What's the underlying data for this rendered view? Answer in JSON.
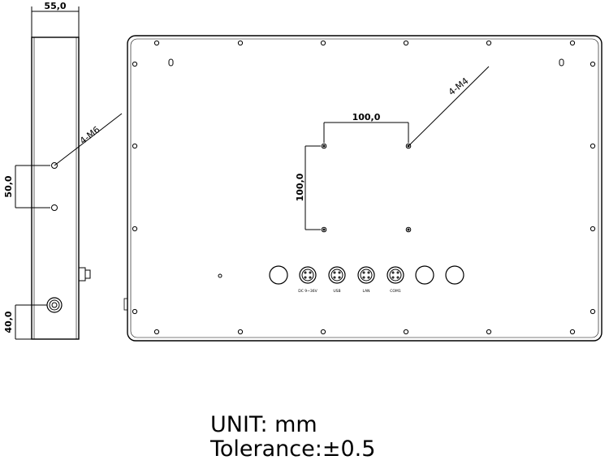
{
  "side_view": {
    "width_dim": "55,0",
    "spacing_dim": "50,0",
    "offset_dim": "40,0",
    "thread_callout": "4-M6"
  },
  "front_view": {
    "thread_callout": "4-M4",
    "vesa_horizontal_dim": "100,0",
    "vesa_vertical_dim": "100,0",
    "connectors": [
      {
        "label": "DC 9~36V"
      },
      {
        "label": "USB"
      },
      {
        "label": "LAN"
      },
      {
        "label": "COM1"
      }
    ]
  },
  "notes": {
    "unit": "UNIT: mm",
    "tolerance": "Tolerance:±0.5"
  }
}
